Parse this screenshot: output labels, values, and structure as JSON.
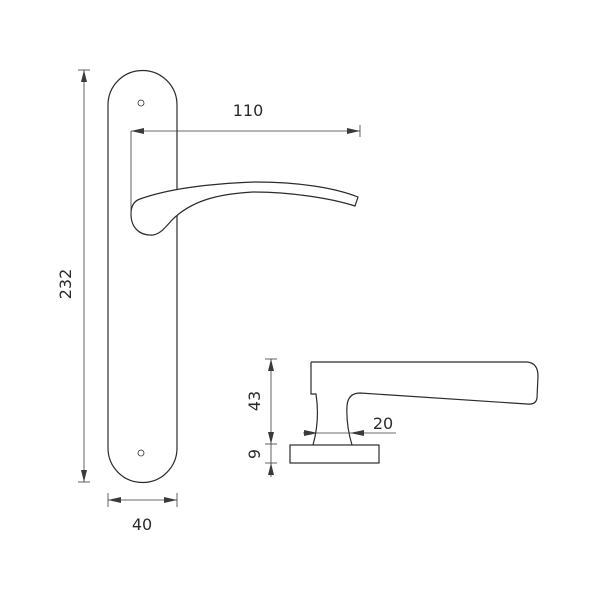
{
  "title": "Door handle on backplate - technical drawing",
  "dimensions": {
    "plate_height": "232",
    "plate_width": "40",
    "lever_length": "110",
    "lever_height": "43",
    "rose_height": "9",
    "neck_width": "20"
  },
  "colors": {
    "line": "#2b2b2b",
    "background": "#ffffff"
  }
}
